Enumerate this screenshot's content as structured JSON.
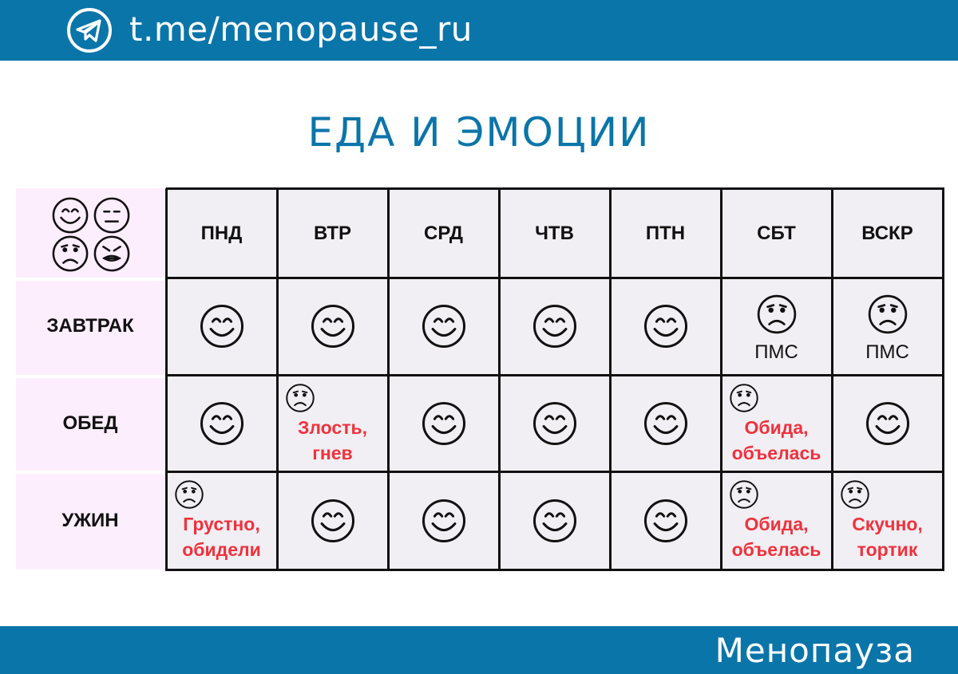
{
  "header": {
    "channel_url": "t.me/menopause_ru",
    "logo_icon": "telegram-icon"
  },
  "title": "ЕДА И ЭМОЦИИ",
  "footer": {
    "brand": "Менопауза"
  },
  "colors": {
    "banner": "#0a75a9",
    "note": "#f0323c",
    "row_header_bg": "#fdeefd",
    "grid_bg": "#f1eff4"
  },
  "legend": [
    "happy",
    "neutral",
    "sad",
    "angry"
  ],
  "days": [
    "ПНД",
    "ВТР",
    "СРД",
    "ЧТВ",
    "ПТН",
    "СБТ",
    "ВСКР"
  ],
  "rows": [
    {
      "label": "ЗАВТРАК",
      "cells": [
        {
          "mood": "happy"
        },
        {
          "mood": "happy"
        },
        {
          "mood": "happy"
        },
        {
          "mood": "happy"
        },
        {
          "mood": "happy"
        },
        {
          "mood": "sad",
          "label": "ПМС"
        },
        {
          "mood": "sad",
          "label": "ПМС"
        }
      ]
    },
    {
      "label": "ОБЕД",
      "cells": [
        {
          "mood": "happy"
        },
        {
          "mood": "sad",
          "note": "Злость,\nгнев"
        },
        {
          "mood": "happy"
        },
        {
          "mood": "happy"
        },
        {
          "mood": "happy"
        },
        {
          "mood": "sad",
          "note": "Обида,\nобъелась"
        },
        {
          "mood": "happy"
        }
      ]
    },
    {
      "label": "УЖИН",
      "cells": [
        {
          "mood": "sad",
          "note": "Грустно,\nобидели"
        },
        {
          "mood": "happy"
        },
        {
          "mood": "happy"
        },
        {
          "mood": "happy"
        },
        {
          "mood": "happy"
        },
        {
          "mood": "sad",
          "note": "Обида,\nобъелась"
        },
        {
          "mood": "sad",
          "note": "Скучно,\nтортик"
        }
      ]
    }
  ]
}
